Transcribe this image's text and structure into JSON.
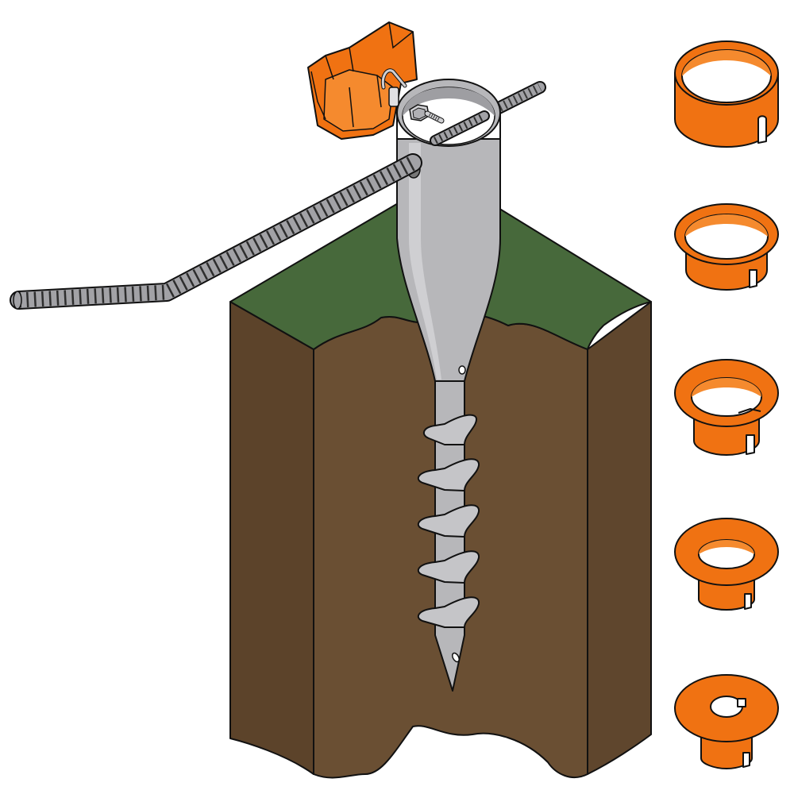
{
  "colors": {
    "background": "#ffffff",
    "soil": "#6a4f33",
    "grass": "#47693b",
    "metal": "#b7b7ba",
    "metal_dark": "#8e8e93",
    "metal_light": "#d4d4d7",
    "rebar": "#9a9a9e",
    "insert": "#f07212",
    "outline": "#111111"
  },
  "parts": {
    "ground_block": "soil-block",
    "post_anchor": "ground-screw-anchor",
    "rebar_handle": "twist-bar",
    "bolt": "hex-bolt",
    "adapter_insert": "octagonal-adapter",
    "reducer_inserts": [
      "reducer-ring-1",
      "reducer-ring-2",
      "reducer-ring-3",
      "reducer-ring-4",
      "reducer-ring-5"
    ]
  }
}
